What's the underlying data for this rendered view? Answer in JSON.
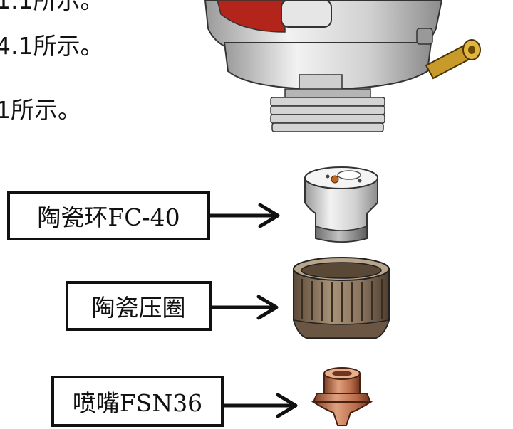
{
  "document": {
    "line1": "1.1所示。",
    "line2": "4.1所示。",
    "line3": "1所示。"
  },
  "callouts": [
    {
      "label": "陶瓷环FC-40"
    },
    {
      "label": "陶瓷压圈"
    },
    {
      "label": "喷嘴FSN36"
    }
  ],
  "colors": {
    "red_body": "#b3241b",
    "silver": "#d9d9d9",
    "brass": "#c79a2a",
    "bronze": "#7a6650",
    "copper": "#b86b4a",
    "ink": "#111111"
  }
}
